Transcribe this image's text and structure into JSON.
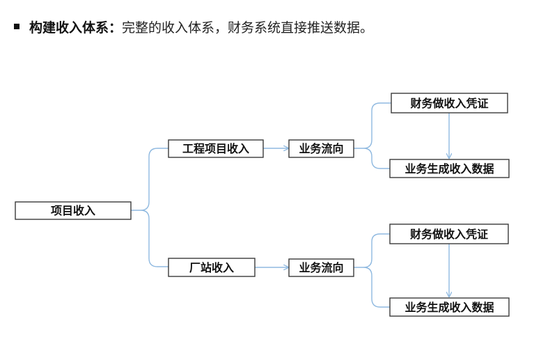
{
  "bullet": {
    "heading": "构建收入体系：",
    "text": "完整的收入体系，财务系统直接推送数据。"
  },
  "diagram": {
    "root": "项目收入",
    "branches": [
      {
        "label": "工程项目收入",
        "flow": "业务流向",
        "voucher": "财务做收入凭证",
        "data": "业务生成收入数据"
      },
      {
        "label": "厂站收入",
        "flow": "业务流向",
        "voucher": "财务做收入凭证",
        "data": "业务生成收入数据"
      }
    ]
  },
  "colors": {
    "connector": "#8fb9e0",
    "box_border": "#3a3a3a"
  }
}
